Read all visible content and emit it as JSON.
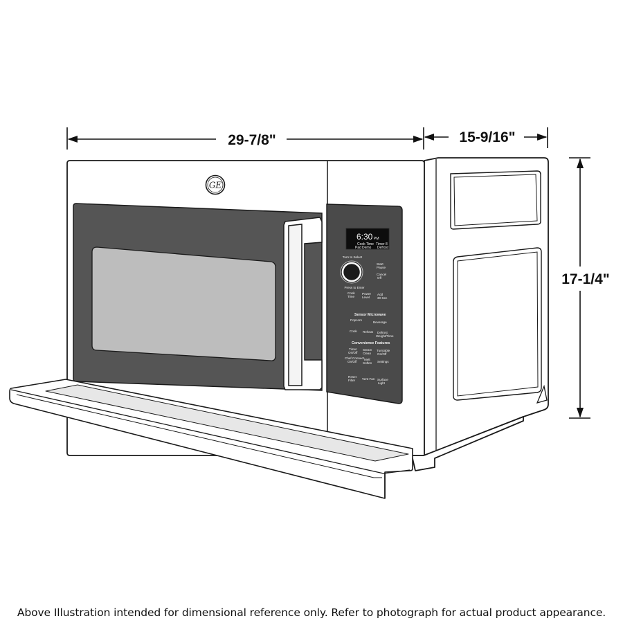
{
  "dimensions": {
    "width": "29-7/8\"",
    "depth": "15-9/16\"",
    "height": "17-1/4\""
  },
  "control_panel": {
    "time": "6:30",
    "time_suffix": "PM",
    "display_labels": [
      "Cook Time",
      "Timer 8",
      "Pad",
      "Demo",
      "Defrost"
    ],
    "dial_label_top": "Turn to Select",
    "dial_label_bottom": "Press to Enter",
    "buttons": [
      {
        "label": "Start",
        "sub": "Pause"
      },
      {
        "label": "Cancel",
        "sub": "Off"
      },
      {
        "label": "Cook",
        "sub": "Time"
      },
      {
        "label": "Power",
        "sub": "Level"
      },
      {
        "label": "Add",
        "sub": "30 Sec"
      },
      {
        "label": "Popcorn",
        "sub": ""
      },
      {
        "label": "Beverage",
        "sub": ""
      },
      {
        "label": "Cook",
        "sub": ""
      },
      {
        "label": "Reheat",
        "sub": ""
      },
      {
        "label": "Defrost",
        "sub": "Weight/Time"
      },
      {
        "label": "Timer",
        "sub": "On/Off"
      },
      {
        "label": "Steam",
        "sub": "Clean"
      },
      {
        "label": "Turntable",
        "sub": "On/Off"
      },
      {
        "label": "Chef Connect",
        "sub": "On/Off"
      },
      {
        "label": "Melt",
        "sub": "Soften"
      },
      {
        "label": "Settings",
        "sub": ""
      },
      {
        "label": "Reset",
        "sub": "Filter"
      },
      {
        "label": "Vent Fan",
        "sub": ""
      },
      {
        "label": "Surface",
        "sub": "Light"
      }
    ],
    "section_titles": [
      "Sensor Microwave",
      "Convenience Features"
    ]
  },
  "brand_logo": "GE",
  "disclaimer": "Above Illustration intended for dimensional reference only. Refer to photograph for actual product appearance."
}
